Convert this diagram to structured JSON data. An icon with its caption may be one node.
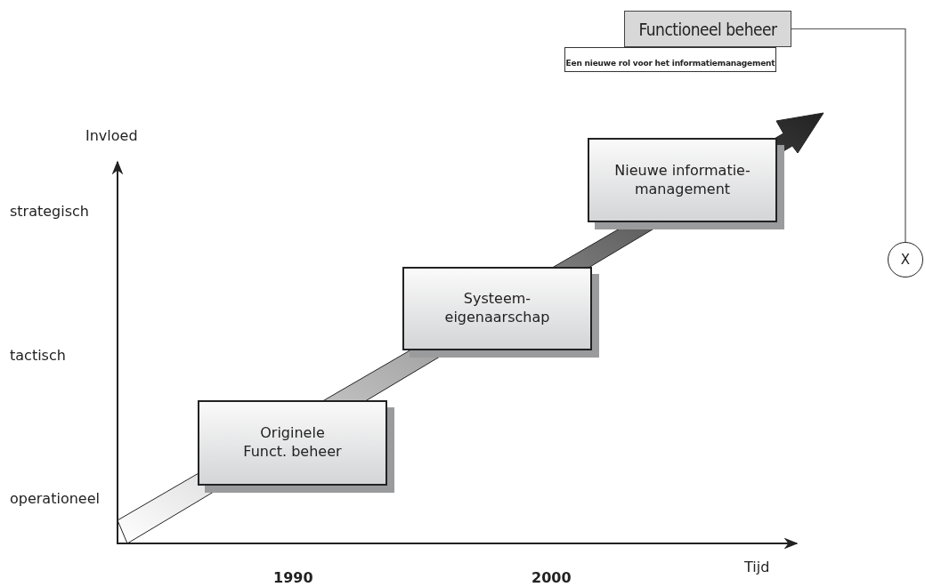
{
  "diagram": {
    "nodes": [
      {
        "text": [
          "Functioneel beheer"
        ]
      },
      {
        "text": [
          "Een nieuwe rol voor het informatiemanagement"
        ]
      },
      {
        "text": [
          "X"
        ]
      },
      {
        "text": [
          "Originele Funct. beheer"
        ]
      },
      {
        "text": [
          "Systeem- eigenaarschap"
        ]
      },
      {
        "text": [
          "Nieuwe informatie- management"
        ]
      }
    ],
    "edges": [
      {
        "from": 0,
        "to": 2,
        "arrow": "none"
      }
    ],
    "labels": [
      "Invloed",
      "strategisch",
      "tactisch",
      "operationeel",
      "Tijd",
      "1990",
      "2000"
    ]
  }
}
